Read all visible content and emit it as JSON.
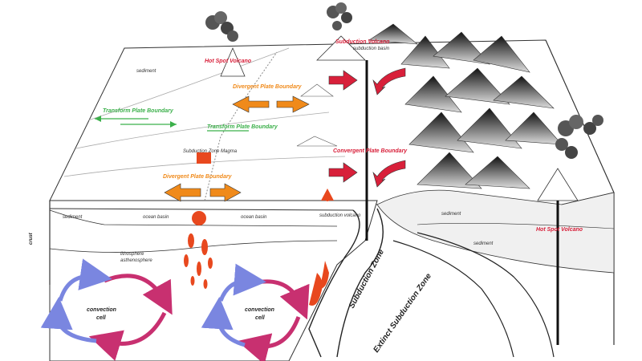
{
  "labels": {
    "hot_spot_volcano_top": "Hot Spot Volcano",
    "hot_spot_volcano_right": "Hot Spot Volcano",
    "subduction_volcano": "Subduction Volcano",
    "subduction_zone": "Subduction Zone",
    "extinct_subduction_zone": "Extinct Subduction Zone",
    "transform_plate_boundary_left": "Transform Plate Boundary",
    "transform_plate_boundary_center": "Transform Plate Boundary",
    "divergent_plate_boundary_top": "Divergent Plate Boundary",
    "divergent_plate_boundary_bottom": "Divergent Plate Boundary",
    "convergent_plate_boundary": "Convergent Plate Boundary",
    "subduction_zone_small": "Subduction Zone Magma",
    "subduction_basin": "subduction basin",
    "ocean_basin_left": "ocean basin",
    "ocean_basin_right": "ocean basin",
    "sediment_top": "sediment",
    "sediment_left": "sediment",
    "sediment_right": "sediment",
    "sediment_lower_right": "sediment",
    "lithosphere": "lithosphere",
    "asthenosphere": "asthenosphere",
    "convection_cell_left_1": "convection",
    "convection_cell_left_2": "cell",
    "convection_cell_right_1": "convection",
    "convection_cell_right_2": "cell",
    "side_label": "crust",
    "subduction_volcano_side": "subduction volcano"
  },
  "colors": {
    "red_label": "#d8203a",
    "orange_label": "#f08a1a",
    "green_label": "#3bb04a",
    "magma": "#e8481e",
    "convection_blue": "#7a86e0",
    "convection_red": "#c83070"
  }
}
